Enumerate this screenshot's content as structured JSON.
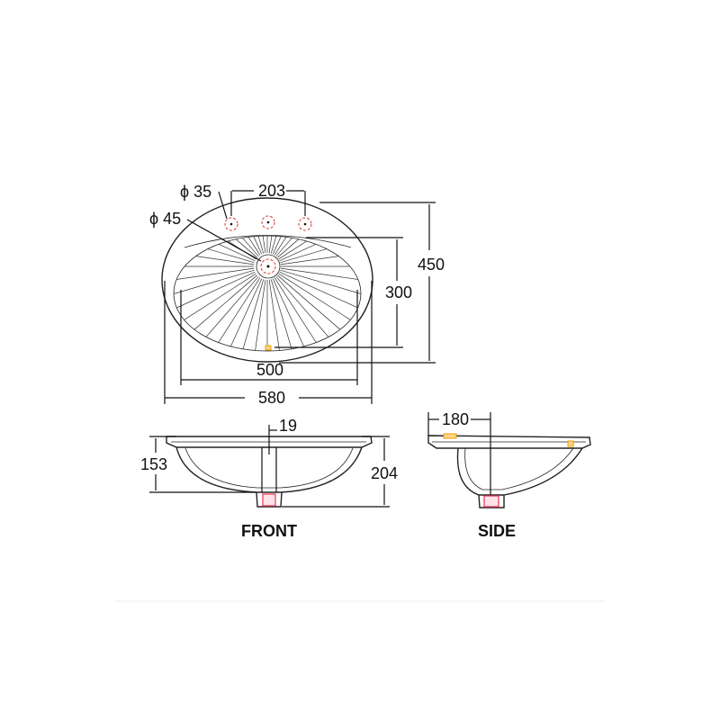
{
  "top_view": {
    "dims": {
      "faucet_hole_dia": "ϕ 35",
      "drain_hole_dia": "ϕ 45",
      "faucet_spacing": "203",
      "overall_depth": "450",
      "bowl_depth": "300",
      "bowl_width": "500",
      "overall_width": "580"
    }
  },
  "front_view": {
    "label": "FRONT",
    "dims": {
      "bowl_height": "153",
      "overall_height": "204",
      "drain_width": "19"
    }
  },
  "side_view": {
    "label": "SIDE",
    "dims": {
      "drain_offset": "180"
    }
  },
  "colors": {
    "line": "#111111",
    "hole_marker": "#dd3333",
    "drain_marker": "#ee3355",
    "overflow_marker": "#e8a000"
  }
}
